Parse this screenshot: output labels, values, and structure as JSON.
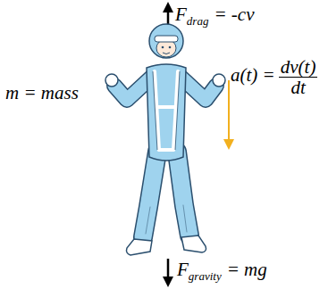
{
  "diagram": {
    "labels": [
      "F",
      "drag",
      "= -cv",
      "m = mass",
      "a(t) =",
      "dv(t)",
      "dt",
      "F",
      "gravity",
      "= mg"
    ]
  }
}
